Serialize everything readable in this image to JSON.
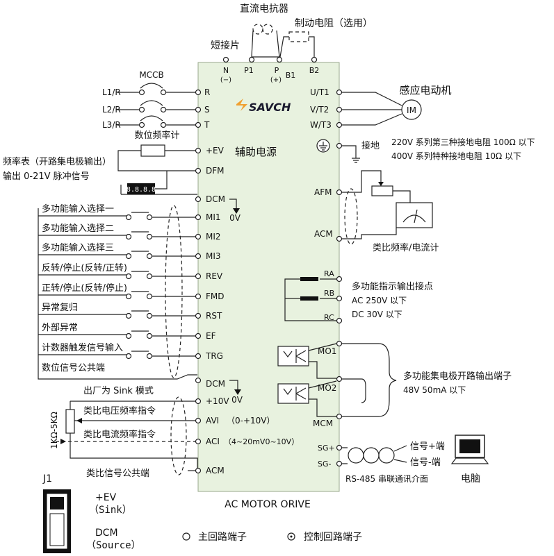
{
  "colors": {
    "panel": "#e8f2df",
    "panel_border": "#9aa88e",
    "logo_orange": "#f0a030",
    "logo_text": "#1a1a2e"
  },
  "top": {
    "dc_reactor": "直流电抗器",
    "brake_resistor": "制动电阻（选用）",
    "short_piece": "短接片",
    "N": "N",
    "N_sub": "(−)",
    "P1": "P1",
    "P": "P",
    "P_sub": "(+)",
    "B1": "B1",
    "B2": "B2"
  },
  "logo": {
    "text": "SAVCH"
  },
  "center": {
    "aux_power": "辅助电源",
    "footer": "AC    MOTOR    ORIVE"
  },
  "power_in": {
    "mccb": "MCCB",
    "lines": [
      {
        "label": "L1/R",
        "term": "R"
      },
      {
        "label": "L2/R",
        "term": "S"
      },
      {
        "label": "L3/R",
        "term": "T"
      }
    ]
  },
  "freq_meter": {
    "title": "数位频率计",
    "term_ev": "+EV",
    "term_dfm": "DFM",
    "term_dcm": "DCM",
    "zero": "0V",
    "desc1": "频率表（开路集电极输出）",
    "desc2": "输出 0-21V 脉冲信号",
    "display": "8.8.8.8"
  },
  "inputs": [
    {
      "label": "多功能输入选择一",
      "term": "MI1"
    },
    {
      "label": "多功能输入选择二",
      "term": "MI2"
    },
    {
      "label": "多功能输入选择三",
      "term": "MI3"
    },
    {
      "label": "反转/停止(反转/正转)",
      "term": "REV"
    },
    {
      "label": "正转/停止(反转/停止)",
      "term": "FMD"
    },
    {
      "label": "异常复归",
      "term": "RST"
    },
    {
      "label": "外部异常",
      "term": "EF"
    },
    {
      "label": "计数器触发信号输入",
      "term": "TRG"
    }
  ],
  "digital_common": {
    "label": "数位信号公共端",
    "term": "DCM",
    "zero": "0V",
    "sink_note": "出厂为 Sink 模式"
  },
  "analog": {
    "pot": "1KΩ-5KΩ",
    "v_cmd": "类比电压频率指令",
    "i_cmd": "类比电流频率指令",
    "common": "类比信号公共端",
    "term_10v": "+10V",
    "term_avi": "AVI",
    "avi_range": "（0-+10V）",
    "term_aci": "ACI",
    "aci_range": "（4~20mV0~10V）",
    "term_acm": "ACM"
  },
  "motor": {
    "title": "感应电动机",
    "symbol": "IM",
    "terms": [
      "U/T1",
      "V/T2",
      "W/T3"
    ]
  },
  "ground": {
    "label": "接地",
    "note1": "220V 系列第三种接地电阻 100Ω 以下",
    "note2": "400V 系列特种接地电阻 10Ω 以下"
  },
  "analog_out": {
    "afm": "AFM",
    "acm": "ACM",
    "meter": "类比频率/电流计"
  },
  "relay": {
    "ra": "RA",
    "rb": "RB",
    "rc": "RC",
    "title": "多功能指示输出接点",
    "spec1": "AC 250V 以下",
    "spec2": "DC 30V 以下"
  },
  "open_collector": {
    "mo1": "MO1",
    "mo2": "MO2",
    "mcm": "MCM",
    "title": "多功能集电极开路输出端子",
    "spec": "48V 50mA 以下"
  },
  "rs485": {
    "sgp": "SG+",
    "sgm": "SG-",
    "plus": "信号+端",
    "minus": "信号-端",
    "title": "RS-485 串联通讯介面",
    "pc": "电脑"
  },
  "jumper": {
    "name": "J1",
    "ev": "+EV",
    "sink": "（Sink）",
    "dcm": "DCM",
    "source": "（Source）"
  },
  "legend": {
    "main": "主回路端子",
    "control": "控制回路端子"
  }
}
